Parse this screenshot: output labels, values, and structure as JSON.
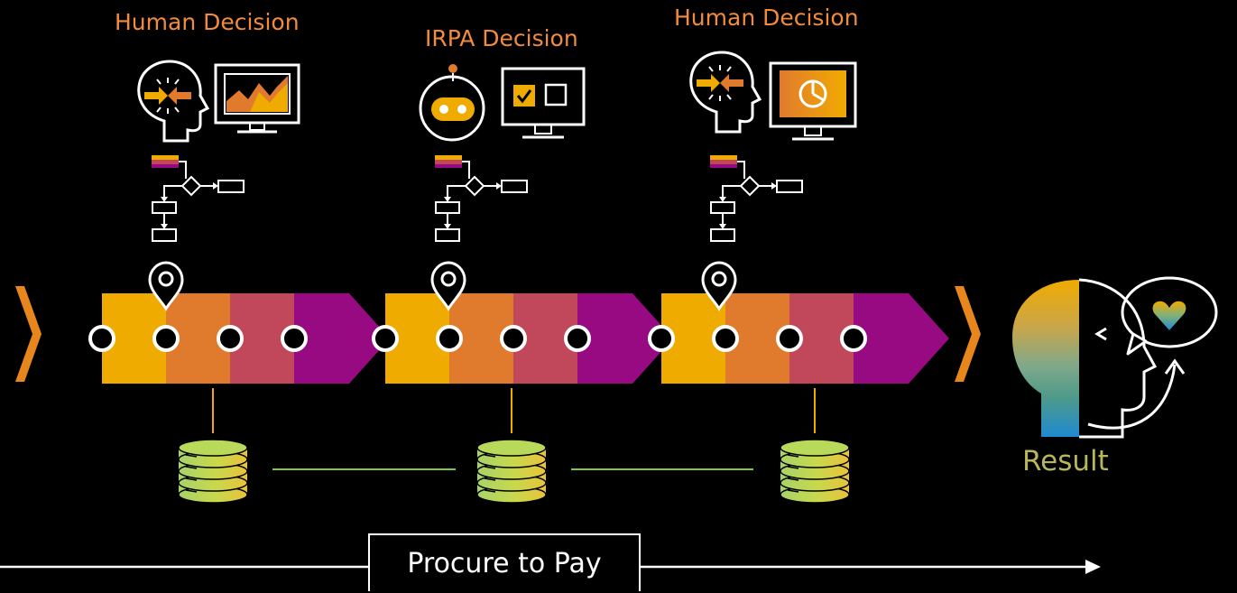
{
  "stages": [
    {
      "decision_label": "Human Decision"
    },
    {
      "decision_label": "IRPA Decision"
    },
    {
      "decision_label": "Human Decision"
    }
  ],
  "result_label": "Result",
  "process_label": "Procure to Pay",
  "colors": {
    "background": "#000000",
    "label_orange": "#f28c3c",
    "seg_yellow": "#f0ab00",
    "seg_orange": "#e07b2e",
    "seg_red": "#c0485a",
    "seg_purple": "#970a82",
    "connector_green": "#7ac943",
    "result_text": "#b8b55a",
    "line_white": "#ffffff"
  },
  "icons": [
    "human-head-icon",
    "line-chart-monitor-icon",
    "robot-icon",
    "checkbox-monitor-icon",
    "pie-chart-monitor-icon",
    "flowchart-icon",
    "location-pin-icon",
    "database-icon",
    "customer-head-icon",
    "heart-speech-bubble-icon"
  ]
}
